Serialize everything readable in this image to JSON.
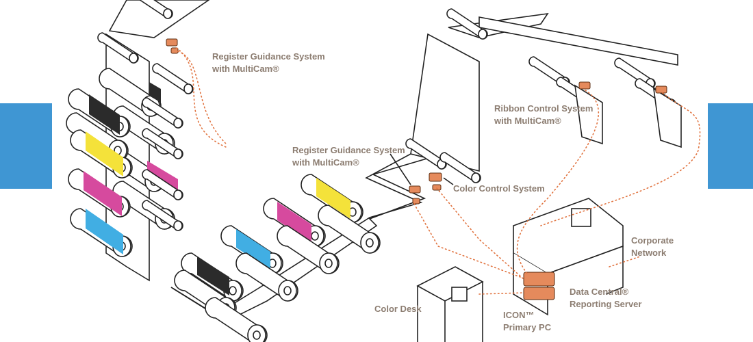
{
  "labels": {
    "register_top": [
      "Register Guidance System",
      "with MultiCam®"
    ],
    "register_mid": [
      "Register Guidance System",
      "with MultiCam®"
    ],
    "ribbon": [
      "Ribbon Control System",
      "with MultiCam®"
    ],
    "color_control": "Color Control System",
    "corporate": [
      "Corporate",
      "Network"
    ],
    "data_central": [
      "Data Central®",
      "Reporting Server"
    ],
    "color_desk": "Color Desk",
    "icon_pc": [
      "ICON™",
      "Primary PC"
    ]
  },
  "colors": {
    "accent_bar": "#3f96d3",
    "black_ink": "#2b2b2b",
    "yellow_ink": "#f4e23a",
    "magenta_ink": "#d64a9e",
    "cyan_ink": "#41aee3",
    "sensor": "#e58a5c",
    "signal": "#e1733f",
    "label": "#8c7d71"
  }
}
